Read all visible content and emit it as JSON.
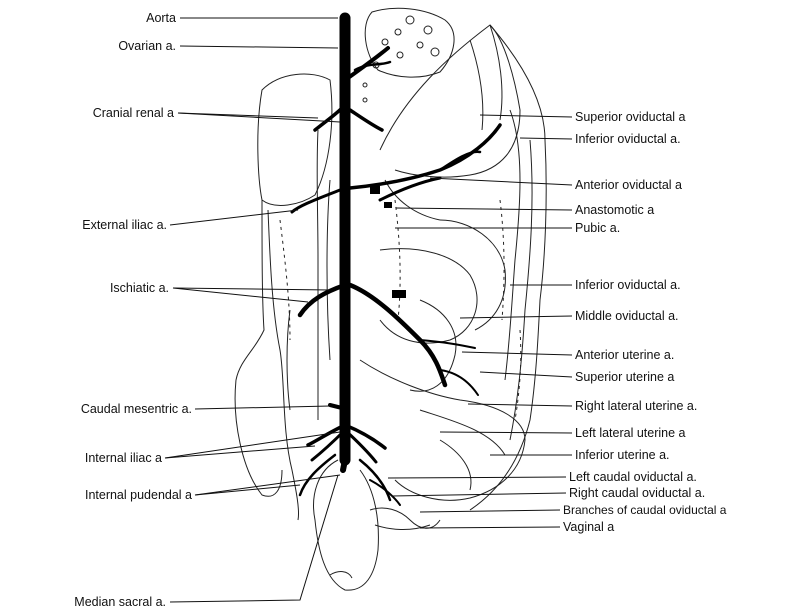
{
  "labels": {
    "aorta": "Aorta",
    "ovarian": "Ovarian a.",
    "cranial_renal": "Cranial renal a",
    "external_iliac": "External iliac a.",
    "ischiatic": "Ischiatic a.",
    "caudal_mesentric": "Caudal mesentric a.",
    "internal_iliac": "Internal iliac a",
    "internal_pudendal": "Internal pudendal a",
    "median_sacral": "Median sacral a.",
    "superior_oviductal": "Superior oviductal a",
    "inferior_oviductal_top": "Inferior oviductal a.",
    "anterior_oviductal": "Anterior oviductal a",
    "anastomotic": "Anastomotic a",
    "pubic": "Pubic a.",
    "inferior_oviductal": "Inferior oviductal a.",
    "middle_oviductal": "Middle oviductal a.",
    "anterior_uterine": "Anterior uterine a.",
    "superior_uterine": "Superior uterine a",
    "right_lateral_uterine": "Right lateral uterine a.",
    "left_lateral_uterine": "Left lateral uterine a",
    "inferior_uterine": "Inferior uterine a.",
    "left_caudal_oviductal": "Left caudal oviductal a.",
    "right_caudal_oviductal": "Right caudal oviductal a.",
    "branches_caudal_oviductal": "Branches of caudal oviductal a",
    "vaginal": "Vaginal a"
  }
}
